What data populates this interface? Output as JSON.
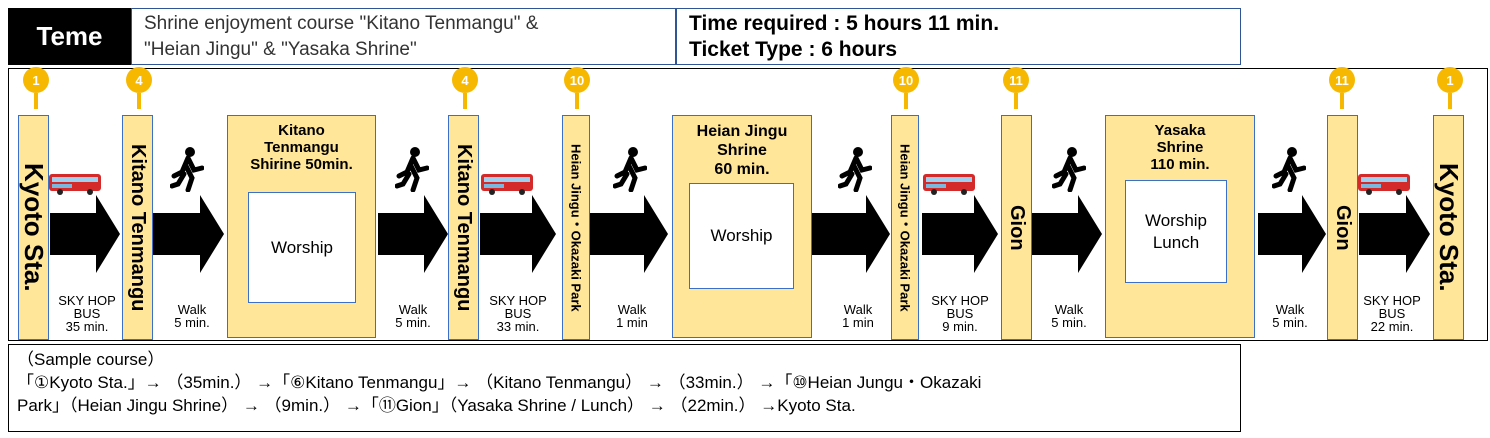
{
  "header": {
    "theme_label": "Teme",
    "course_line1": "Shrine enjoyment course \"Kitano Tenmangu\" &",
    "course_line2": "\"Heian Jingu\" & \"Yasaka Shrine\"",
    "time_required": "Time required : 5 hours 11 min.",
    "ticket_type": "Ticket Type : 6 hours"
  },
  "stops": [
    {
      "number": "1",
      "name": "Kyoto Sta."
    },
    {
      "number": "4",
      "name": "Kitano Tenmangu"
    },
    {
      "number": "4",
      "name": "Kitano Tenmangu"
    },
    {
      "number": "10",
      "name": "Heian Jingu・Okazaki Park"
    },
    {
      "number": "10",
      "name": "Heian Jingu・Okazaki Park"
    },
    {
      "number": "11",
      "name": "Gion"
    },
    {
      "number": "11",
      "name": "Gion"
    },
    {
      "number": "1",
      "name": "Kyoto Sta."
    }
  ],
  "sites": [
    {
      "title_line1": "Kitano",
      "title_line2": "Tenmangu",
      "title_line3": "Shirine 50min.",
      "activity_line1": "Worship",
      "activity_line2": ""
    },
    {
      "title_line1": "Heian Jingu",
      "title_line2": "Shrine",
      "title_line3": "60 min.",
      "activity_line1": "Worship",
      "activity_line2": ""
    },
    {
      "title_line1": "Yasaka",
      "title_line2": "Shrine",
      "title_line3": "110 min.",
      "activity_line1": "Worship",
      "activity_line2": "Lunch"
    }
  ],
  "legs": [
    {
      "mode": "bus",
      "line1": "SKY HOP",
      "line2": "BUS",
      "line3": "35  min."
    },
    {
      "mode": "walk",
      "line1": "Walk",
      "line2": "5 min."
    },
    {
      "mode": "walk",
      "line1": "Walk",
      "line2": "5 min."
    },
    {
      "mode": "bus",
      "line1": "SKY HOP",
      "line2": "BUS",
      "line3": "33 min."
    },
    {
      "mode": "walk",
      "line1": "Walk",
      "line2": "1 min"
    },
    {
      "mode": "walk",
      "line1": "Walk",
      "line2": "1 min"
    },
    {
      "mode": "bus",
      "line1": "SKY HOP",
      "line2": "BUS",
      "line3": "9 min."
    },
    {
      "mode": "walk",
      "line1": "Walk",
      "line2": "5 min."
    },
    {
      "mode": "walk",
      "line1": "Walk",
      "line2": "5 min."
    },
    {
      "mode": "bus",
      "line1": "SKY HOP",
      "line2": "BUS",
      "line3": "22 min."
    }
  ],
  "sample": {
    "heading": "（Sample course）",
    "line1": "「①Kyoto Sta.」→ （35min.） →「⑥Kitano Tenmangu」→ （Kitano Tenmangu） → （33min.） →「⑩Heian Jungu・Okazaki",
    "line2": "Park」（Heian Jingu Shrine） → （9min.） →「⑪Gion」（Yasaka Shrine / Lunch） → （22min.） →Kyoto Sta."
  },
  "colors": {
    "stop_fill": "#ffe699",
    "stop_border": "#3a70c8",
    "pin": "#f6b800",
    "arrow": "#000000",
    "frame_border": "#2f5597"
  }
}
